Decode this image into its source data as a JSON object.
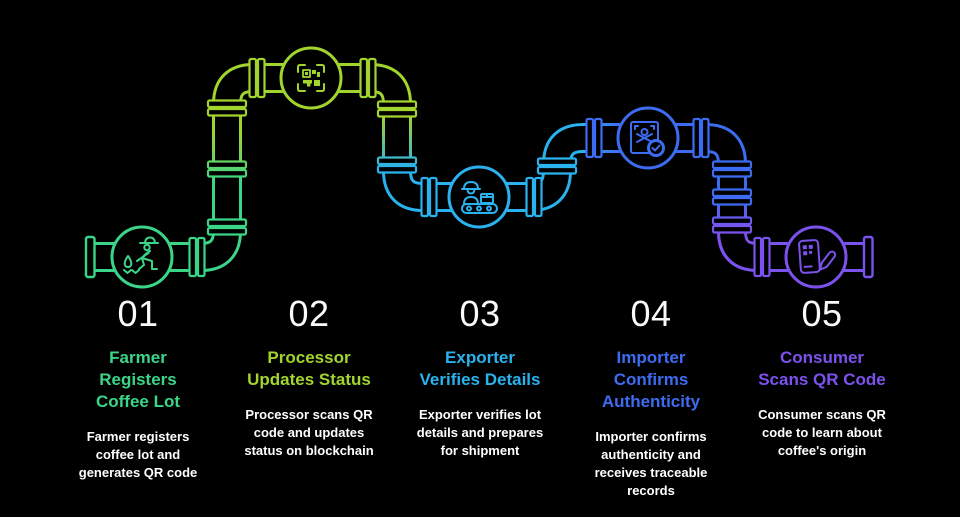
{
  "background": "#000000",
  "palette": {
    "step1": "#3bd588",
    "step2": "#a2d42e",
    "step3": "#29b2ee",
    "step4": "#3d6cf2",
    "step5": "#7c52ef",
    "number": "#fafafa",
    "description": "#ffffff"
  },
  "steps": [
    {
      "number": "01",
      "title": "Farmer\nRegisters\nCoffee Lot",
      "description": "Farmer registers\ncoffee lot and\ngenerates QR code",
      "icon": "farmer-sowing-icon",
      "color": "#3bd588"
    },
    {
      "number": "02",
      "title": "Processor\nUpdates Status",
      "description": "Processor scans QR\ncode and updates\nstatus on blockchain",
      "icon": "qr-scan-icon",
      "color": "#a2d42e"
    },
    {
      "number": "03",
      "title": "Exporter\nVerifies Details",
      "description": "Exporter verifies lot\ndetails and prepares\nfor shipment",
      "icon": "worker-conveyor-icon",
      "color": "#29b2ee"
    },
    {
      "number": "04",
      "title": "Importer\nConfirms\nAuthenticity",
      "description": "Importer confirms\nauthenticity and\nreceives traceable\nrecords",
      "icon": "certificate-verified-icon",
      "color": "#3d6cf2"
    },
    {
      "number": "05",
      "title": "Consumer\nScans QR Code",
      "description": "Consumer scans QR\ncode to learn about\ncoffee's origin",
      "icon": "phone-qr-pencil-icon",
      "color": "#7c52ef"
    }
  ]
}
